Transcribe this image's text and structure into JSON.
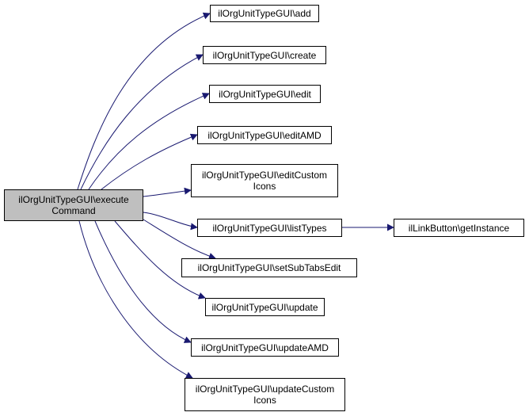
{
  "diagram": {
    "edge_color": "#191970",
    "root_fill": "#bfbfbf",
    "root": {
      "id": "execute",
      "lines": [
        "ilOrgUnitTypeGUI\\execute",
        "Command"
      ]
    },
    "nodes": [
      {
        "id": "add",
        "lines": [
          "ilOrgUnitTypeGUI\\add"
        ]
      },
      {
        "id": "create",
        "lines": [
          "ilOrgUnitTypeGUI\\create"
        ]
      },
      {
        "id": "edit",
        "lines": [
          "ilOrgUnitTypeGUI\\edit"
        ]
      },
      {
        "id": "editAMD",
        "lines": [
          "ilOrgUnitTypeGUI\\editAMD"
        ]
      },
      {
        "id": "editCustomIcons",
        "lines": [
          "ilOrgUnitTypeGUI\\editCustom",
          "Icons"
        ]
      },
      {
        "id": "listTypes",
        "lines": [
          "ilOrgUnitTypeGUI\\listTypes"
        ]
      },
      {
        "id": "getInstance",
        "lines": [
          "ilLinkButton\\getInstance"
        ]
      },
      {
        "id": "setSubTabsEdit",
        "lines": [
          "ilOrgUnitTypeGUI\\setSubTabsEdit"
        ]
      },
      {
        "id": "update",
        "lines": [
          "ilOrgUnitTypeGUI\\update"
        ]
      },
      {
        "id": "updateAMD",
        "lines": [
          "ilOrgUnitTypeGUI\\updateAMD"
        ]
      },
      {
        "id": "updateCustomIcons",
        "lines": [
          "ilOrgUnitTypeGUI\\updateCustom",
          "Icons"
        ]
      }
    ],
    "edges": [
      {
        "from": "execute",
        "to": "add"
      },
      {
        "from": "execute",
        "to": "create"
      },
      {
        "from": "execute",
        "to": "edit"
      },
      {
        "from": "execute",
        "to": "editAMD"
      },
      {
        "from": "execute",
        "to": "editCustomIcons"
      },
      {
        "from": "execute",
        "to": "listTypes"
      },
      {
        "from": "execute",
        "to": "setSubTabsEdit"
      },
      {
        "from": "execute",
        "to": "update"
      },
      {
        "from": "execute",
        "to": "updateAMD"
      },
      {
        "from": "execute",
        "to": "updateCustomIcons"
      },
      {
        "from": "listTypes",
        "to": "getInstance"
      }
    ]
  }
}
